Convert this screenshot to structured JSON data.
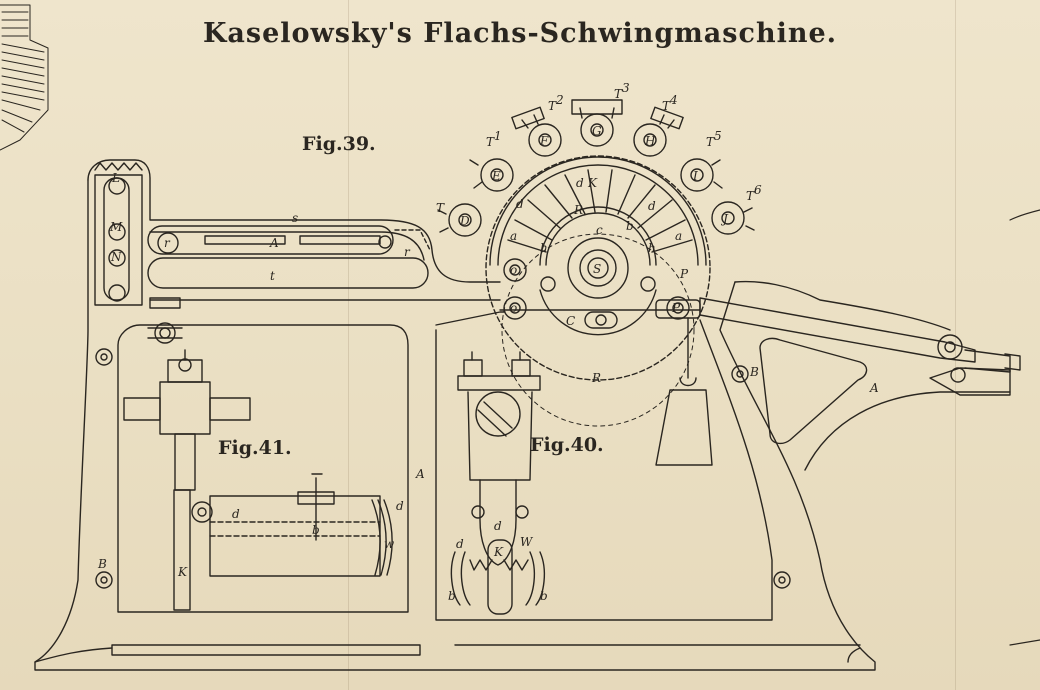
{
  "plate": {
    "title": "Kaselowsky's Flachs-Schwingmaschine.",
    "colors": {
      "paper": "#ede2c8",
      "ink": "#2a2620"
    }
  },
  "figures": {
    "fig39": "Fig.39.",
    "fig40": "Fig.40.",
    "fig41": "Fig.41."
  },
  "letters": {
    "L": "L",
    "M": "M",
    "N": "N",
    "r": "r",
    "s": "s",
    "A": "A",
    "t": "t",
    "r2": "r",
    "T": "T",
    "T1": "T",
    "T2": "T",
    "T3": "T",
    "T4": "T",
    "T5": "T",
    "T6": "T",
    "sup1": "1",
    "sup2": "2",
    "sup3": "3",
    "sup4": "4",
    "sup5": "5",
    "sup6": "6",
    "D": "D",
    "E": "E",
    "F": "F",
    "G": "G",
    "H": "H",
    "I": "I",
    "J": "J",
    "K": "K",
    "d1": "d",
    "d2": "d",
    "d3": "d",
    "b1": "b",
    "c": "c",
    "a1": "a",
    "a2": "a",
    "h1": "h",
    "h2": "h",
    "o1": "o",
    "o2": "o",
    "S": "S",
    "P": "P",
    "P1": "P",
    "c2": "C",
    "R1": "R",
    "R2": "R",
    "B1": "B",
    "B2": "B",
    "A2": "A",
    "A3": "A",
    "d4": "d",
    "d5": "d",
    "K2": "K",
    "w1": "w",
    "b2": "b",
    "d6": "d",
    "K3": "K",
    "w2": "W",
    "d7": "d",
    "b3": "b",
    "b4": "b"
  }
}
